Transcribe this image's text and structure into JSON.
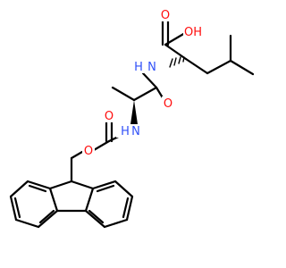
{
  "molecule": {
    "atoms": [
      {
        "id": "o_top",
        "label": "O",
        "color": "#ff0d0d"
      },
      {
        "id": "oh",
        "label": "OH",
        "color": "#ff0d0d"
      },
      {
        "id": "nh_top",
        "label": "N",
        "color": "#3050f8"
      },
      {
        "id": "h_top",
        "label": "H",
        "color": "#3050f8"
      },
      {
        "id": "o_amide",
        "label": "O",
        "color": "#ff0d0d"
      },
      {
        "id": "nh_mid",
        "label": "N",
        "color": "#3050f8"
      },
      {
        "id": "h_mid",
        "label": "H",
        "color": "#3050f8"
      },
      {
        "id": "o_carbonyl",
        "label": "O",
        "color": "#ff0d0d"
      },
      {
        "id": "o_ester",
        "label": "O",
        "color": "#ff0d0d"
      }
    ],
    "bond_color": "#000000",
    "background": "#ffffff"
  }
}
